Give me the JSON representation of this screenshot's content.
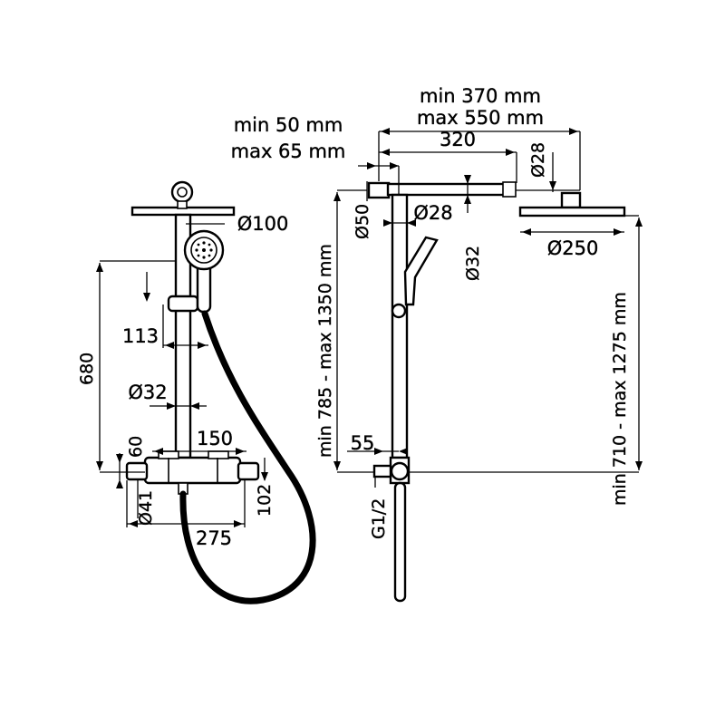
{
  "labels": {
    "min_width": "min 370 mm",
    "max_width": "max 550 mm",
    "arm_length": "320",
    "min_wall": "min 50 mm",
    "max_wall": "max 65 mm",
    "dia_28_top": "Ø28",
    "dia_50": "Ø50",
    "dia_28_pipe": "Ø28",
    "dia_32_arm": "Ø32",
    "dia_250": "Ø250",
    "dia_100": "Ø100",
    "dim_113": "113",
    "dim_680": "680",
    "dia_32_bar": "Ø32",
    "dim_60": "60",
    "dim_150": "150",
    "dia_41": "Ø41",
    "dim_102": "102",
    "dim_275": "275",
    "height_range": "min 785 - max 1350 mm",
    "dim_55": "55",
    "thread": "G1/2",
    "head_height_range": "min 710 - max 1275 mm"
  }
}
